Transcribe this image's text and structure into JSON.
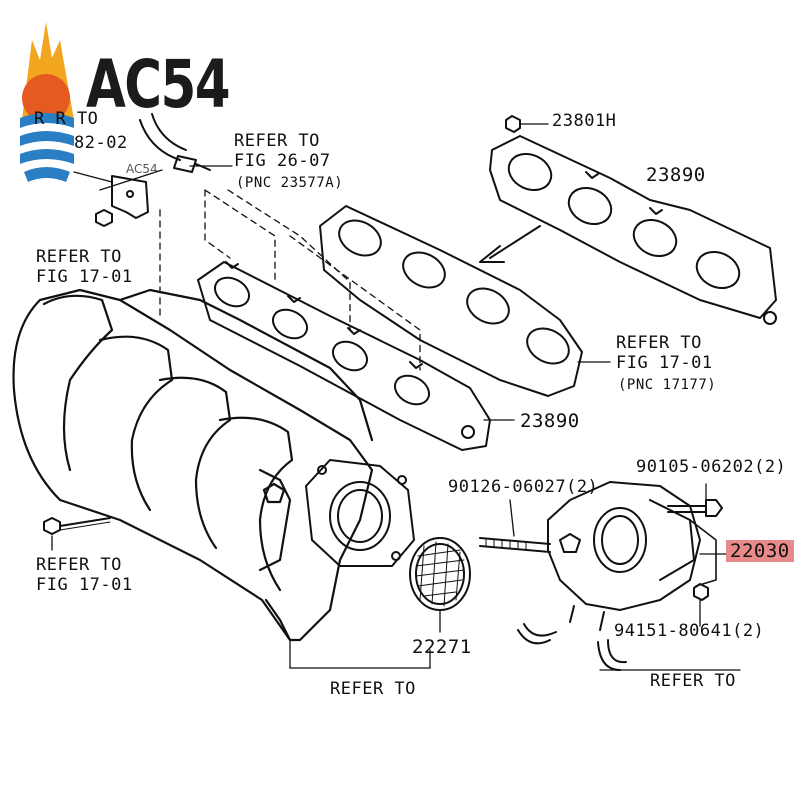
{
  "logo": {
    "text": "AC54",
    "watermark": "AC54",
    "colors": {
      "sun": "#f2a51f",
      "sun_core": "#e45a20",
      "waves": "#2a7fc4"
    }
  },
  "labels": {
    "refer_top_left_1": "R  R TO",
    "refer_top_left_2": "82-02",
    "refer_26_1": "REFER TO",
    "refer_26_2": "FIG 26-07",
    "refer_26_3": "(PNC 23577A)",
    "part_23801h": "23801H",
    "part_23890_top": "23890",
    "refer_17_a1": "REFER TO",
    "refer_17_a2": "FIG 17-01",
    "refer_17_b1": "REFER TO",
    "refer_17_b2": "FIG 17-01",
    "refer_17_b3": "(PNC 17177)",
    "part_23890_mid": "23890",
    "part_90126": "90126-06027(2)",
    "part_90105": "90105-06202(2)",
    "part_22030": "22030",
    "refer_17_c1": "REFER TO",
    "refer_17_c2": "FIG 17-01",
    "part_94151": "94151-80641(2)",
    "part_22271": "22271",
    "refer_bottom_1": "REFER TO",
    "refer_bottom_2": "REFER TO"
  },
  "highlight_color": "#e98a8a"
}
